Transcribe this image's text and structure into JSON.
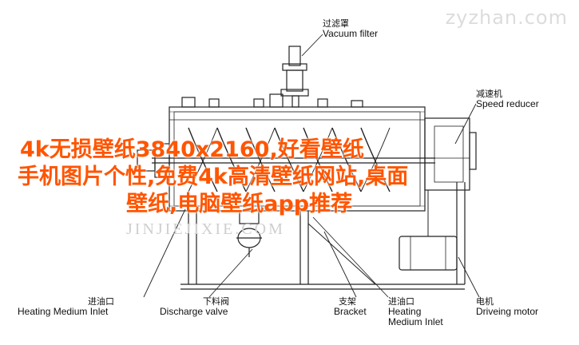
{
  "watermark_site": "zyzhan.com",
  "watermark_faint": "JINJIEJIXIE.COM",
  "overlay_lines": [
    "4k无损壁纸3840x2160,好看壁纸",
    "手机图片个性,免费4k高清壁纸网站,桌面",
    "壁纸,电脑壁纸app推荐"
  ],
  "labels": {
    "vacuum_filter": {
      "zh": "过滤罩",
      "en": "Vacuum filter"
    },
    "speed_reducer": {
      "zh": "减速机",
      "en": "Speed reducer"
    },
    "heating_inlet_left": {
      "zh": "进油口",
      "en": "Heating Medium Inlet"
    },
    "discharge_valve": {
      "zh": "下料阀",
      "en": "Discharge valve"
    },
    "bracket": {
      "zh": "支架",
      "en": "Bracket"
    },
    "heating_inlet_right": {
      "zh": "进油口",
      "en1": "Heating",
      "en2": "Medium Inlet"
    },
    "driving_motor": {
      "zh": "电机",
      "en": "Driveing motor"
    }
  },
  "colors": {
    "line": "#222222",
    "overlay": "#ff5500",
    "watermark": "#dcdcdc"
  }
}
